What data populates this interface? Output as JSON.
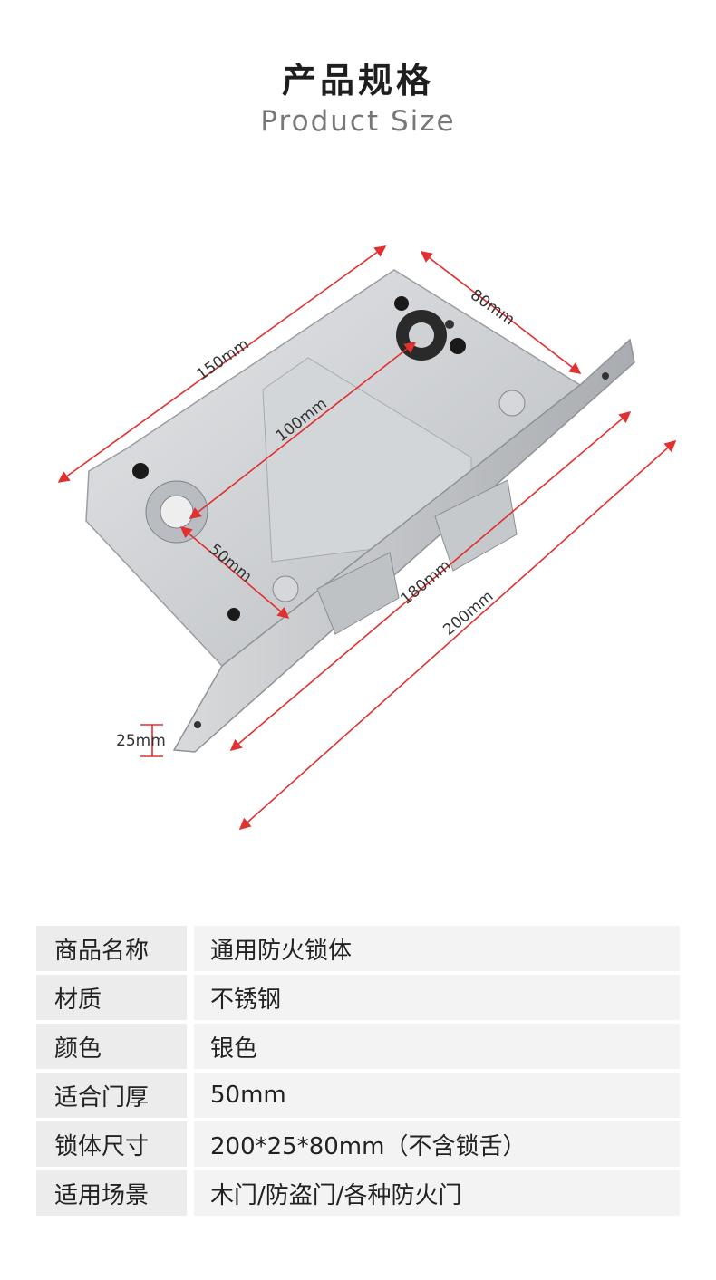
{
  "header": {
    "title_cn": "产品规格",
    "title_en": "Product Size"
  },
  "dimensions": {
    "d150": "150mm",
    "d80": "80mm",
    "d100": "100mm",
    "d50": "50mm",
    "d180": "180mm",
    "d200": "200mm",
    "d25": "25mm"
  },
  "colors": {
    "dimension_line": "#e03030",
    "lock_body": "#c9ccd0",
    "spec_key_bg": "#ececec",
    "spec_val_bg": "#f3f3f3"
  },
  "specs": [
    {
      "key": "商品名称",
      "value": "通用防火锁体"
    },
    {
      "key": "材质",
      "value": "不锈钢"
    },
    {
      "key": "颜色",
      "value": "银色"
    },
    {
      "key": "适合门厚",
      "value": "50mm"
    },
    {
      "key": "锁体尺寸",
      "value": "200*25*80mm（不含锁舌）"
    },
    {
      "key": "适用场景",
      "value": "木门/防盗门/各种防火门"
    }
  ]
}
